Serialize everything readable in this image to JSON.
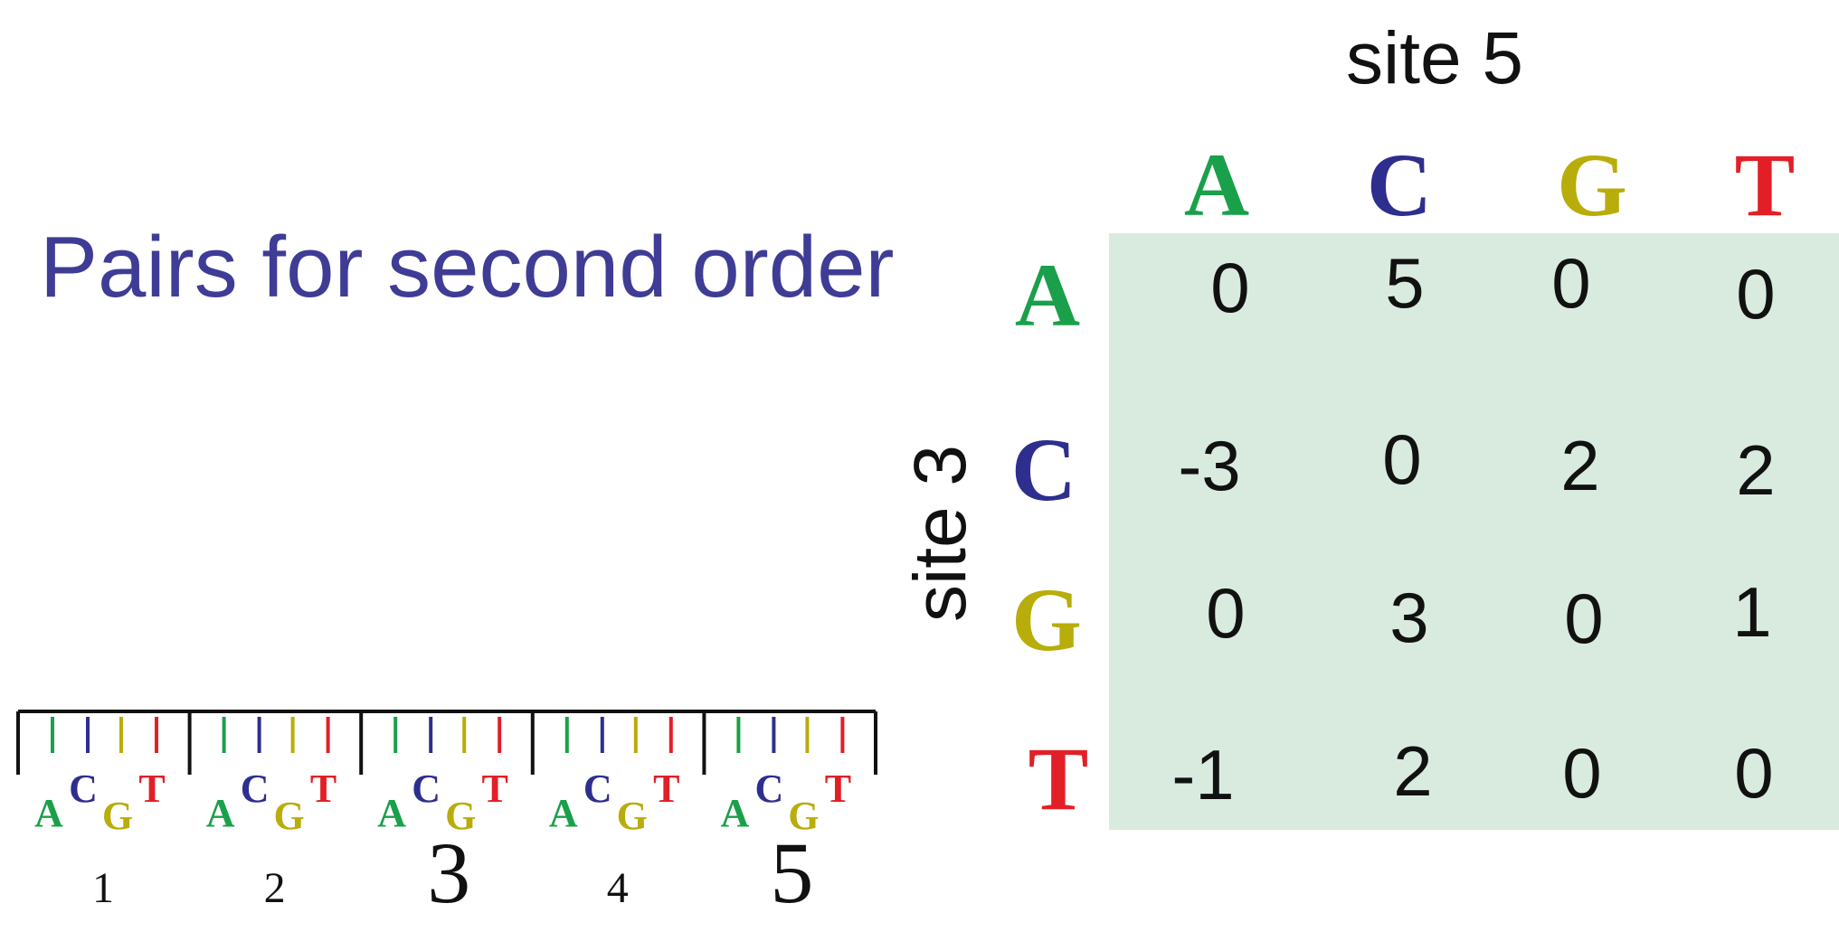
{
  "title": "Pairs for second order",
  "column_axis_label": "site 5",
  "row_axis_label": "site 3",
  "nucleotides": [
    {
      "letter": "A",
      "color": "#1aa04a"
    },
    {
      "letter": "C",
      "color": "#2e2e8f"
    },
    {
      "letter": "G",
      "color": "#b8ad0a"
    },
    {
      "letter": "T",
      "color": "#e21f26"
    }
  ],
  "matrix": {
    "background_color": "#d9ebdf",
    "rows": [
      {
        "label": "A",
        "values": [
          "0",
          "5",
          "0",
          "0"
        ]
      },
      {
        "label": "C",
        "values": [
          "-3",
          "0",
          "2",
          "2"
        ]
      },
      {
        "label": "G",
        "values": [
          "0",
          "3",
          "0",
          "1"
        ]
      },
      {
        "label": "T",
        "values": [
          "-1",
          "2",
          "0",
          "0"
        ]
      }
    ]
  },
  "sites": [
    "1",
    "2",
    "3",
    "4",
    "5"
  ],
  "highlighted_sites": [
    "3",
    "5"
  ]
}
